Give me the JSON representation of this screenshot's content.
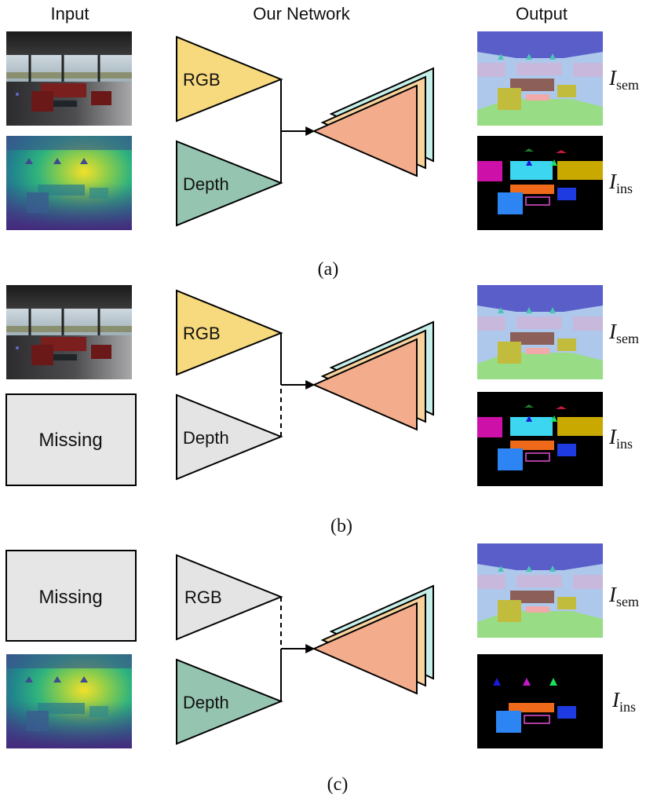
{
  "headers": {
    "input": "Input",
    "network": "Our Network",
    "output": "Output"
  },
  "encoders": {
    "rgb": "RGB",
    "depth": "Depth"
  },
  "missing_label": "Missing",
  "outputs": {
    "sem_main": "I",
    "sem_sub": "sem",
    "ins_main": "I",
    "ins_sub": "ins"
  },
  "panels": [
    {
      "caption": "(a)",
      "rgb_missing": false,
      "depth_missing": false
    },
    {
      "caption": "(b)",
      "rgb_missing": false,
      "depth_missing": true
    },
    {
      "caption": "(c)",
      "rgb_missing": true,
      "depth_missing": false
    }
  ],
  "colors": {
    "rgb_encoder": "#f7d97e",
    "depth_encoder": "#95c5b1",
    "inactive_encoder": "#e4e4e4",
    "decoder_front": "#f4ad8c",
    "decoder_mid": "#f8d29d",
    "decoder_back": "#c5efe8",
    "missing_box": "#e6e6e6"
  }
}
